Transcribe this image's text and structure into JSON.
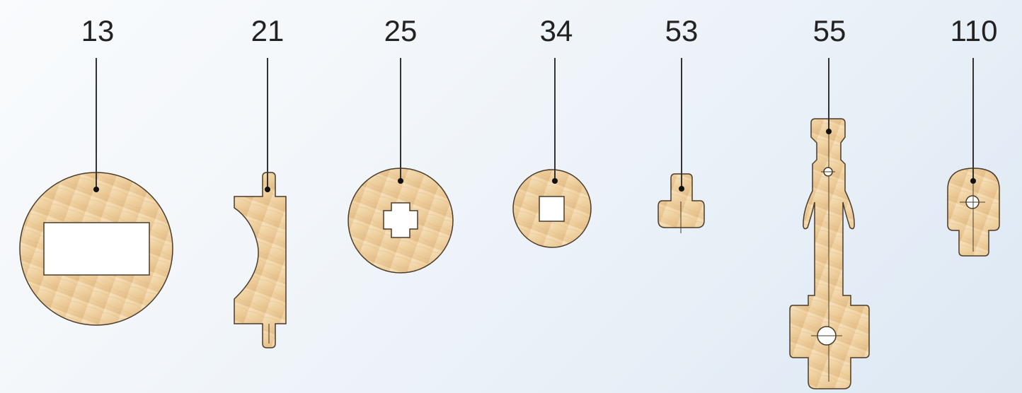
{
  "diagram": {
    "parts": [
      {
        "id": "p13",
        "label": "13"
      },
      {
        "id": "p21",
        "label": "21"
      },
      {
        "id": "p25",
        "label": "25"
      },
      {
        "id": "p34",
        "label": "34"
      },
      {
        "id": "p53",
        "label": "53"
      },
      {
        "id": "p55",
        "label": "55"
      },
      {
        "id": "p110",
        "label": "110"
      }
    ],
    "colors": {
      "wood_light": "#f3dcb6",
      "wood_dark": "#e4bf8a",
      "outline": "#4a3b2a",
      "leader": "#333333",
      "background_start": "#f9fbfd",
      "background_end": "#dde8f3"
    }
  }
}
